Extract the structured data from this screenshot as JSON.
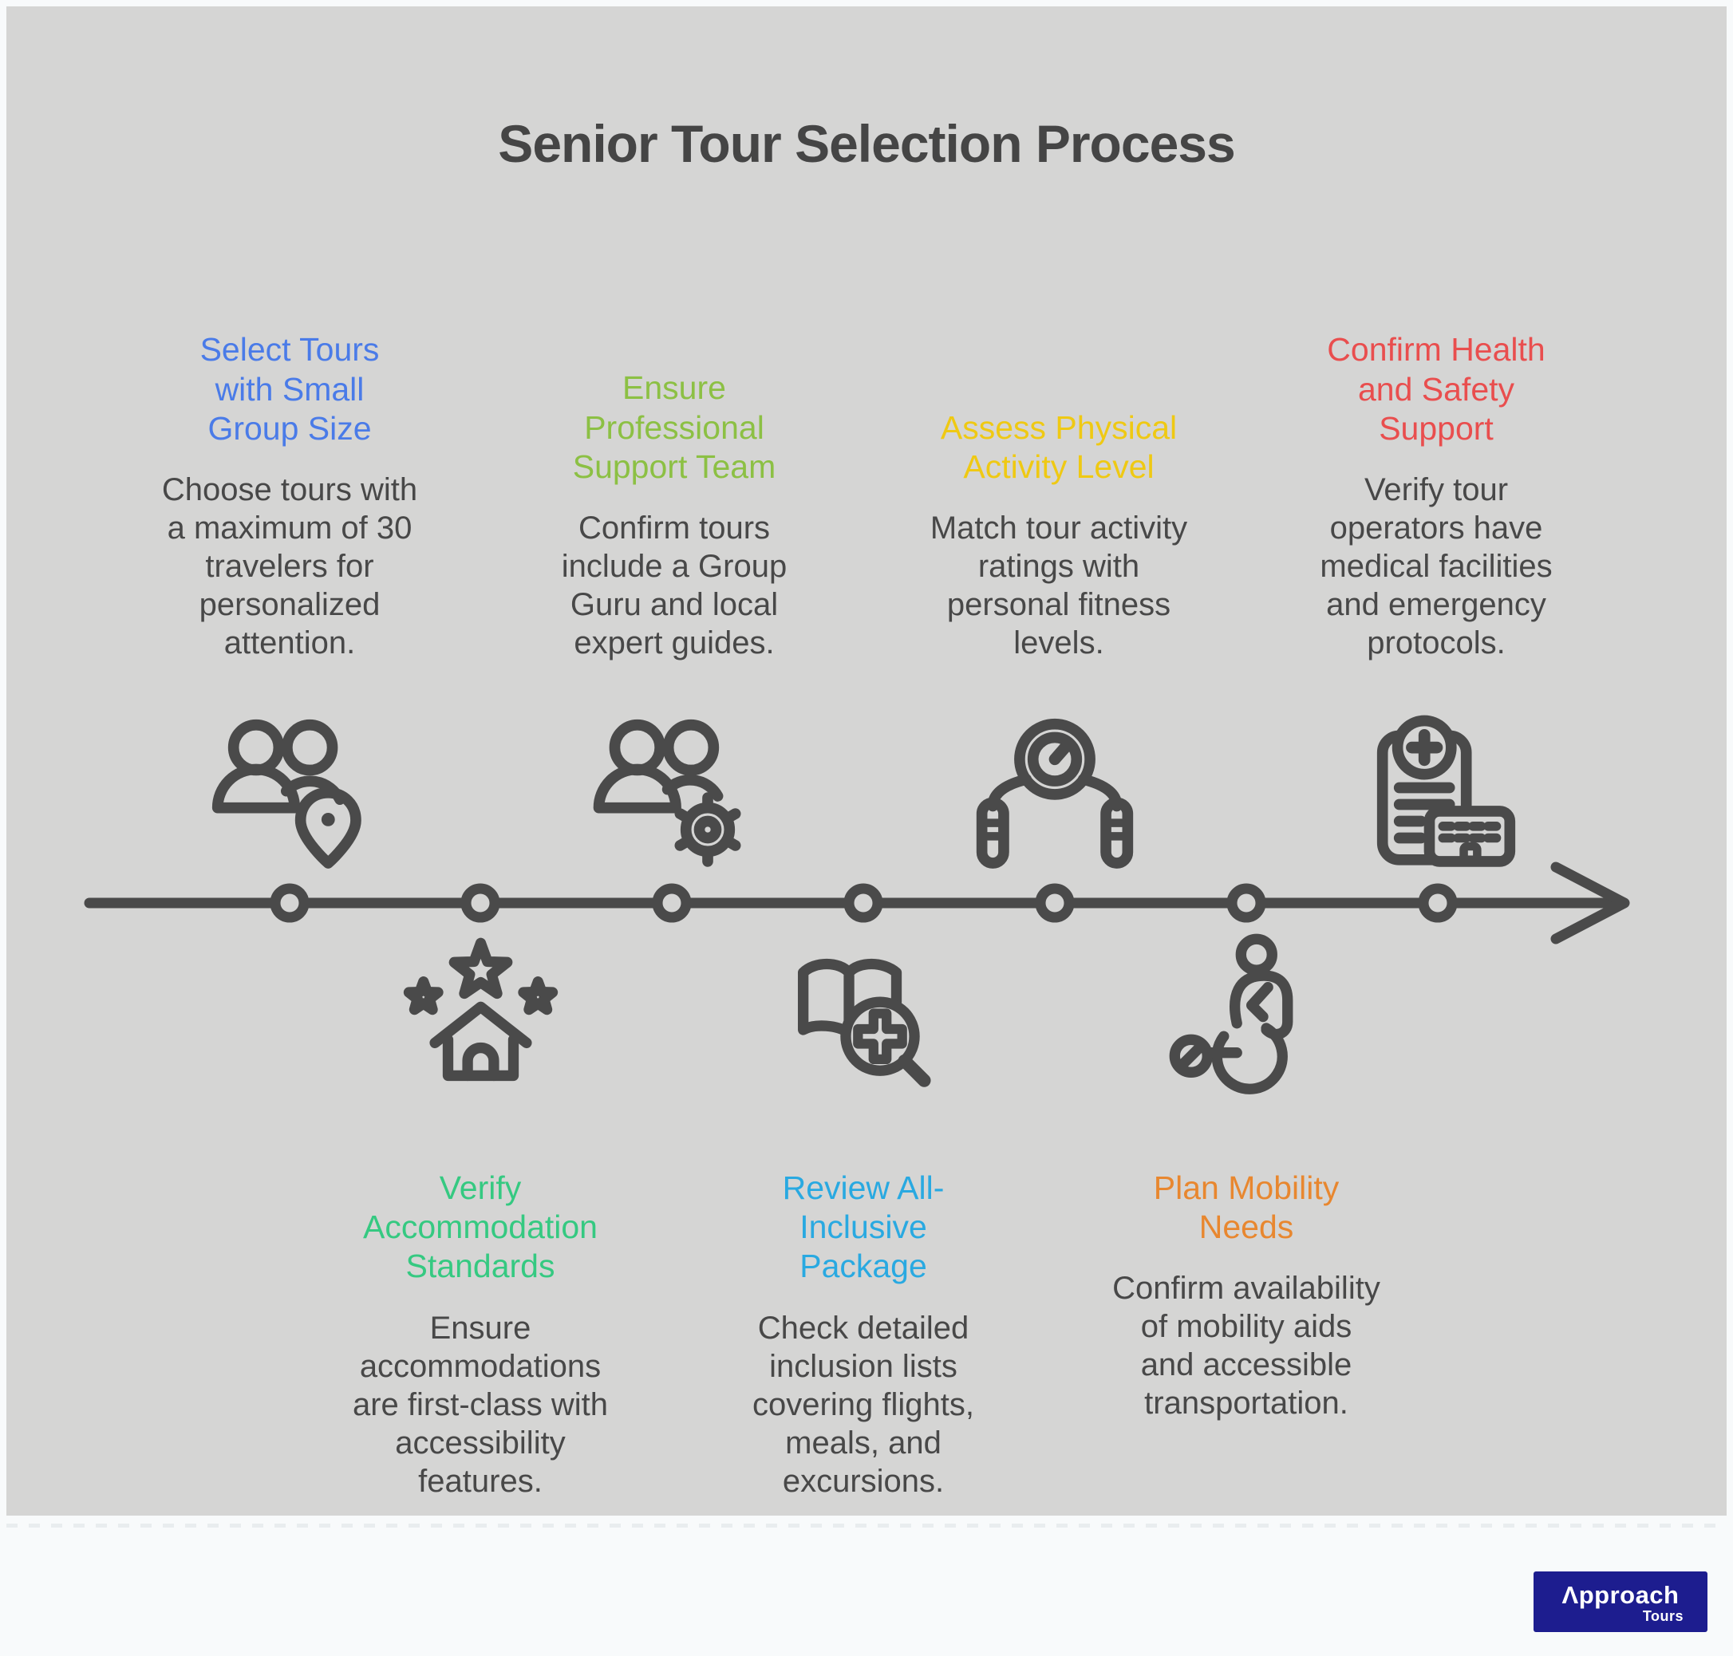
{
  "title": "Senior Tour Selection Process",
  "steps": [
    {
      "heading": "Select Tours\nwith Small\nGroup Size",
      "body": "Choose tours with\na maximum of 30\ntravelers for\npersonalized\nattention.",
      "color": "#4A7BE8",
      "icon": "travel-group-location"
    },
    {
      "heading": "Ensure\nProfessional\nSupport Team",
      "body": "Confirm tours\ninclude a Group\nGuru and local\nexpert guides.",
      "color": "#8CC044",
      "icon": "team-settings"
    },
    {
      "heading": "Assess Physical\nActivity Level",
      "body": "Match tour activity\nratings with\npersonal fitness\nlevels.",
      "color": "#EFC913",
      "icon": "hand-grip"
    },
    {
      "heading": "Confirm Health\nand Safety\nSupport",
      "body": "Verify tour\noperators have\nmedical facilities\nand emergency\nprotocols.",
      "color": "#E94E4E",
      "icon": "medical-report"
    },
    {
      "heading": "Verify\nAccommodation\nStandards",
      "body": "Ensure\naccommodations\nare first-class with\naccessibility\nfeatures.",
      "color": "#35C981",
      "icon": "star-rating-house"
    },
    {
      "heading": "Review All-\nInclusive\nPackage",
      "body": "Check detailed\ninclusion lists\ncovering flights,\nmeals, and\nexcursions.",
      "color": "#29A9E1",
      "icon": "book-search-plus"
    },
    {
      "heading": "Plan Mobility\nNeeds",
      "body": "Confirm availability\nof mobility aids\nand accessible\ntransportation.",
      "color": "#E8872F",
      "icon": "wheelchair"
    }
  ],
  "timeline": {
    "node_count": 7,
    "color": "#4A4A4A"
  },
  "logo": {
    "brand": "Λpproach",
    "sub": "Tours",
    "bg": "#1D1D8F"
  }
}
